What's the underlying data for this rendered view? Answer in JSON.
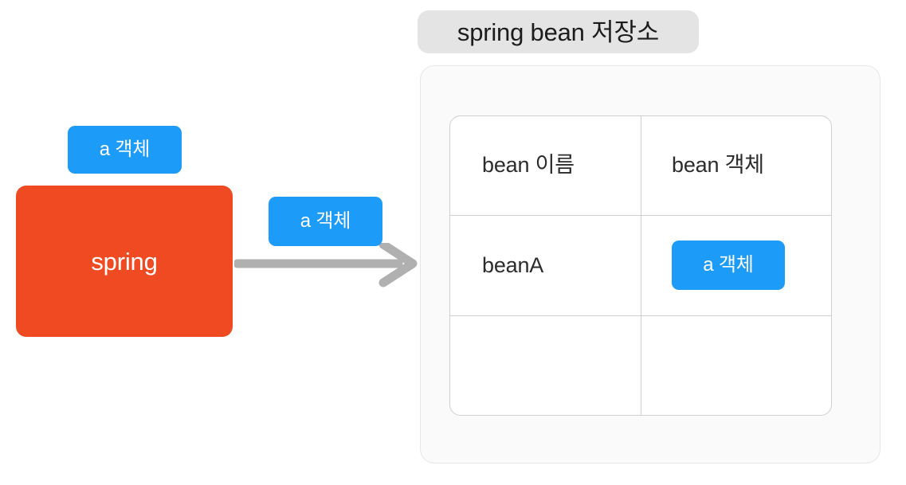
{
  "diagram": {
    "title": "spring bean 저장소",
    "colors": {
      "accent_blue": "#1d9bf8",
      "spring_orange": "#f04a23",
      "title_chip_gray": "#e4e4e4",
      "panel_gray": "#fafafa",
      "arrow_gray": "#b0b0b0",
      "border_gray": "#cfcfcf"
    },
    "spring_box": {
      "label": "spring",
      "attached_object_label": "a 객체"
    },
    "flow": {
      "arrow_label": "a 객체",
      "arrow_icon": "right-arrow-icon"
    },
    "table": {
      "headers": [
        "bean 이름",
        "bean 객체"
      ],
      "rows": [
        {
          "bean_name": "beanA",
          "bean_object": "a 객체",
          "bean_object_is_badge": true
        },
        {
          "bean_name": "",
          "bean_object": "",
          "bean_object_is_badge": false
        }
      ]
    }
  }
}
